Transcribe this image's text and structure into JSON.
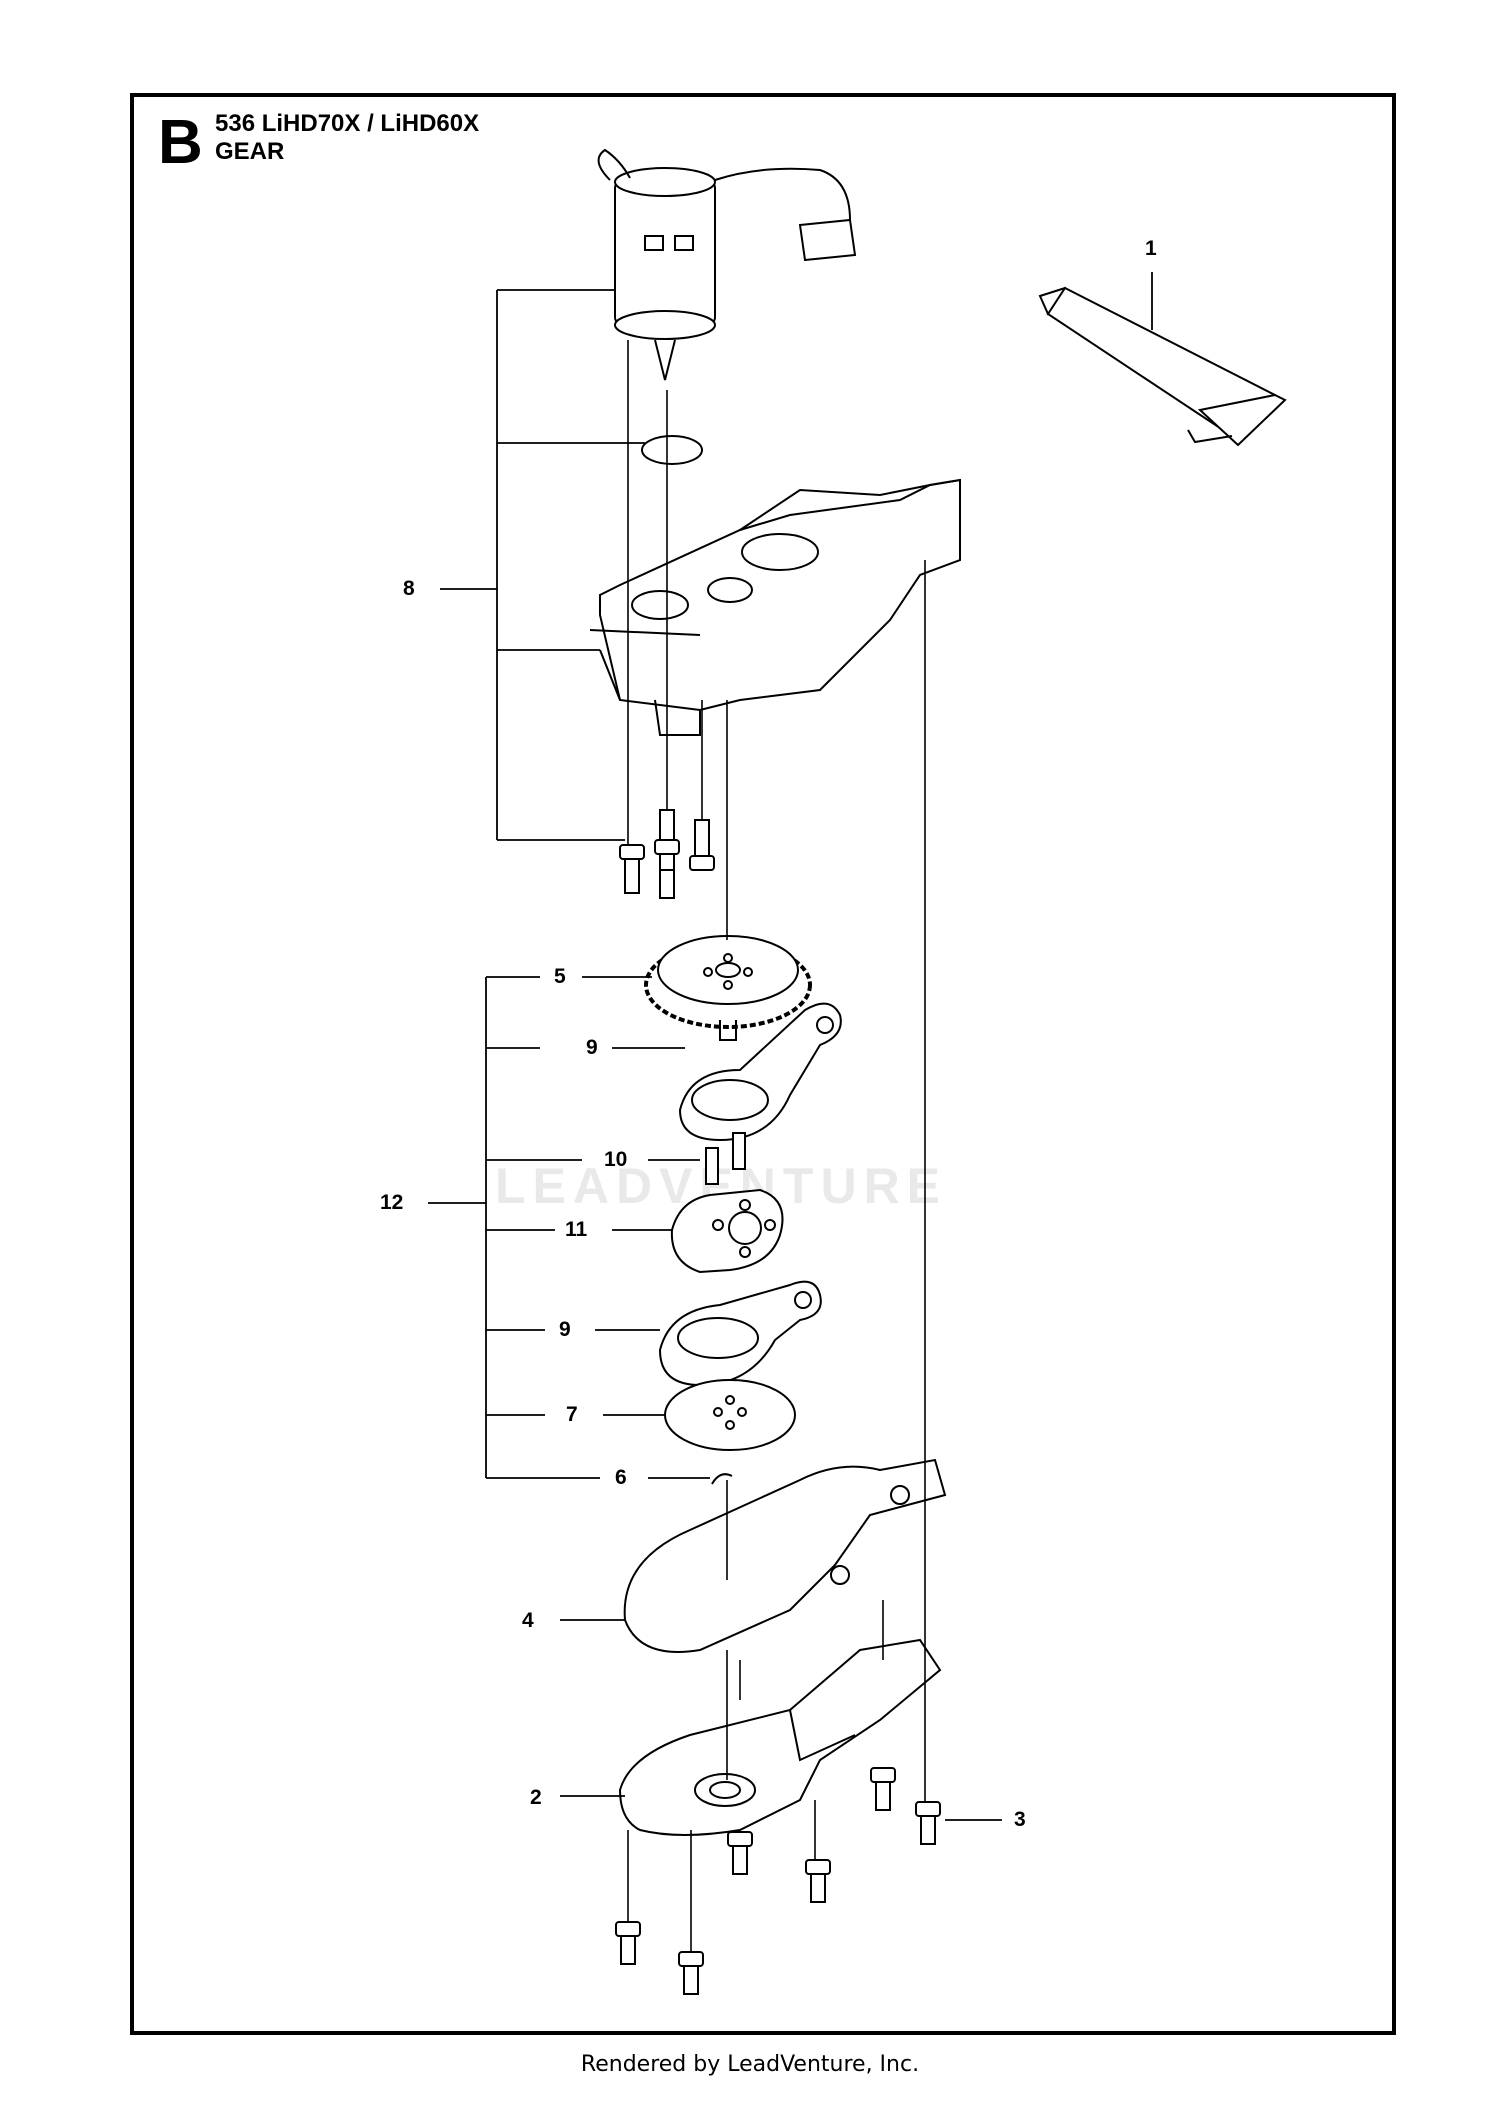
{
  "header": {
    "section_letter": "B",
    "model": "536 LiHD70X / LiHD60X",
    "section": "GEAR"
  },
  "watermark": "LEADVENTURE",
  "footer": "Rendered by LeadVenture, Inc.",
  "callouts": {
    "c1": "1",
    "c2": "2",
    "c3": "3",
    "c4": "4",
    "c5": "5",
    "c6": "6",
    "c7": "7",
    "c8": "8",
    "c9a": "9",
    "c9b": "9",
    "c10": "10",
    "c11": "11",
    "c12": "12"
  }
}
